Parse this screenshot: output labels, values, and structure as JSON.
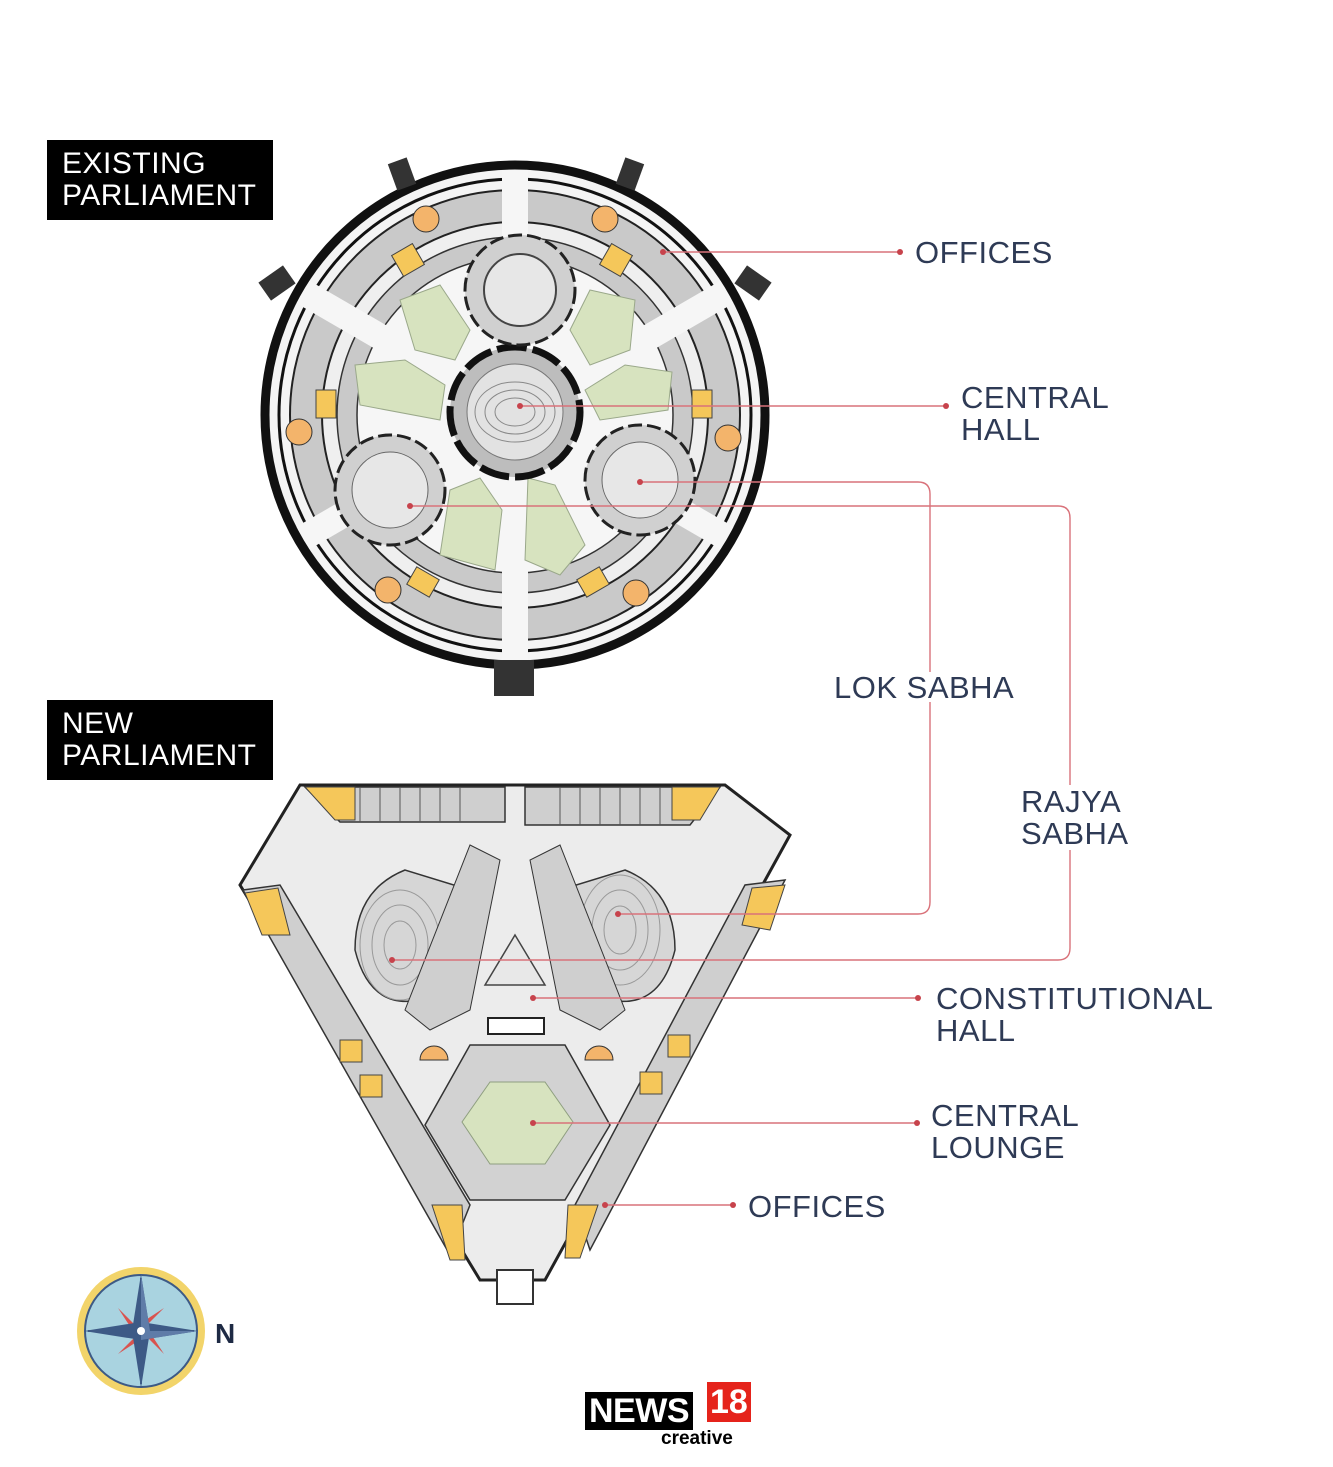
{
  "sections": {
    "existing": "EXISTING\nPARLIAMENT",
    "new": "NEW\nPARLIAMENT"
  },
  "labels": {
    "offices_top": "OFFICES",
    "central_hall": "CENTRAL\nHALL",
    "lok_sabha": "LOK SABHA",
    "rajya_sabha": "RAJYA\nSABHA",
    "constitutional_hall": "CONSTITUTIONAL\nHALL",
    "central_lounge": "CENTRAL\nLOUNGE",
    "offices_bottom": "OFFICES"
  },
  "compass": {
    "direction": "N"
  },
  "logo": {
    "brand": "NEWS",
    "number": "18",
    "sub": "creative"
  },
  "colors": {
    "leader": "#d9727a",
    "room_gray": "#c9c9c9",
    "courtyard_green": "#d7e3bf",
    "accent_yellow": "#f5c75a",
    "accent_orange": "#f3b46b",
    "label_text": "#2e3a55",
    "compass_blue": "#3d5a86",
    "compass_red": "#d9534f",
    "compass_gold": "#f2d46a"
  }
}
